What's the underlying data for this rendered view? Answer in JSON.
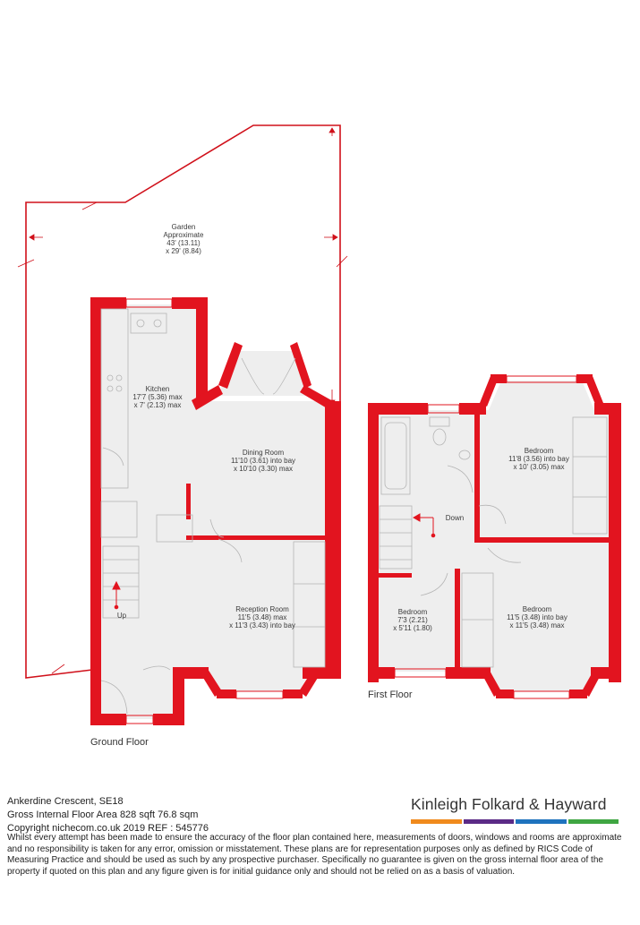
{
  "colors": {
    "wall": "#e2141f",
    "floor": "#eeeeee",
    "line": "#c8101a"
  },
  "rooms": {
    "garden": {
      "name": "Garden",
      "dims": [
        "Approximate",
        "43' (13.11)",
        "x 29' (8.84)"
      ]
    },
    "kitchen": {
      "name": "Kitchen",
      "dims": [
        "17'7 (5.36) max",
        "x 7' (2.13) max"
      ]
    },
    "dining": {
      "name": "Dining Room",
      "dims": [
        "11'10 (3.61) into bay",
        "x 10'10 (3.30) max"
      ]
    },
    "reception": {
      "name": "Reception Room",
      "dims": [
        "11'5 (3.48) max",
        "x 11'3 (3.43) into bay"
      ]
    },
    "bedroom1": {
      "name": "Bedroom",
      "dims": [
        "11'8 (3.56) into bay",
        "x 10' (3.05) max"
      ]
    },
    "bedroom2": {
      "name": "Bedroom",
      "dims": [
        "7'3 (2.21)",
        "x 5'11 (1.80)"
      ]
    },
    "bedroom3": {
      "name": "Bedroom",
      "dims": [
        "11'5 (3.48) into bay",
        "x 11'5 (3.48) max"
      ]
    }
  },
  "stairs": {
    "up": "Up",
    "down": "Down"
  },
  "floors": {
    "ground": "Ground Floor",
    "first": "First Floor"
  },
  "info": {
    "address": "Ankerdine Crescent, SE18",
    "area": "Gross Internal Floor Area 828 sqft 76.8 sqm",
    "copyright": "Copyright nichecom.co.uk 2019 REF : 545776"
  },
  "disclaimer": "Whilst every attempt has been made to ensure the accuracy of the floor plan contained here, measurements of doors, windows and rooms are approximate and no responsibility is taken for any error, omission or misstatement.  These plans are for representation purposes only as defined by RICS Code of Measuring Practice and should be used as such by any prospective purchaser.  Specifically no guarantee is given on the gross internal floor area of the property if quoted on this plan and any figure given is for initial guidance only and should not be relied on as a basis of valuation.",
  "brand": {
    "name": "Kinleigh Folkard & Hayward",
    "bar_colors": [
      "#f08a1c",
      "#5b2a86",
      "#1e73be",
      "#3fa642"
    ]
  }
}
